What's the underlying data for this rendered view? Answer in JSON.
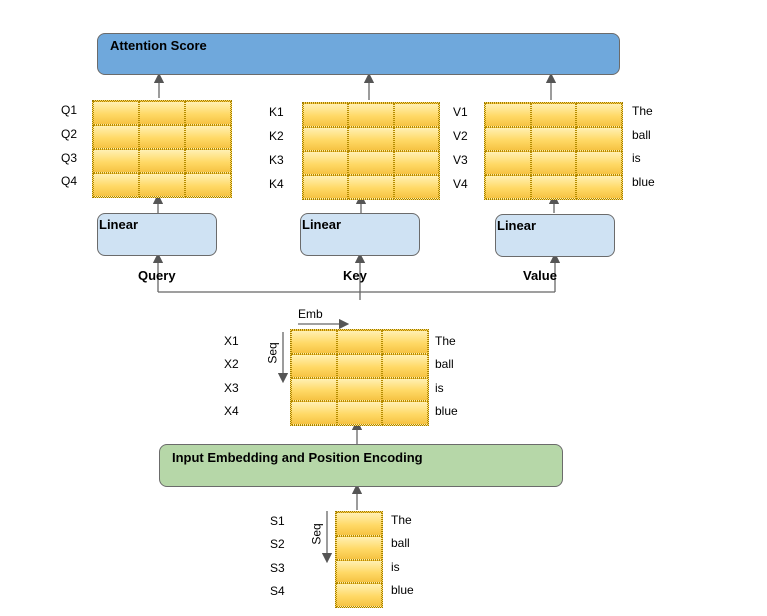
{
  "attention": {
    "title": "Attention Score"
  },
  "linear_boxes": {
    "query": "Linear",
    "key": "Linear",
    "value": "Linear"
  },
  "inputs": {
    "query": "Query",
    "key": "Key",
    "value": "Value"
  },
  "q_labels": [
    "Q1",
    "Q2",
    "Q3",
    "Q4"
  ],
  "k_labels": [
    "K1",
    "K2",
    "K3",
    "K4"
  ],
  "v_labels": [
    "V1",
    "V2",
    "V3",
    "V4"
  ],
  "words": [
    "The",
    "ball",
    "is",
    "blue"
  ],
  "x_labels": [
    "X1",
    "X2",
    "X3",
    "X4"
  ],
  "s_labels": [
    "S1",
    "S2",
    "S3",
    "S4"
  ],
  "axis": {
    "emb": "Emb",
    "seq": "Seq"
  },
  "embedding": {
    "title": "Input Embedding and Position Encoding"
  }
}
